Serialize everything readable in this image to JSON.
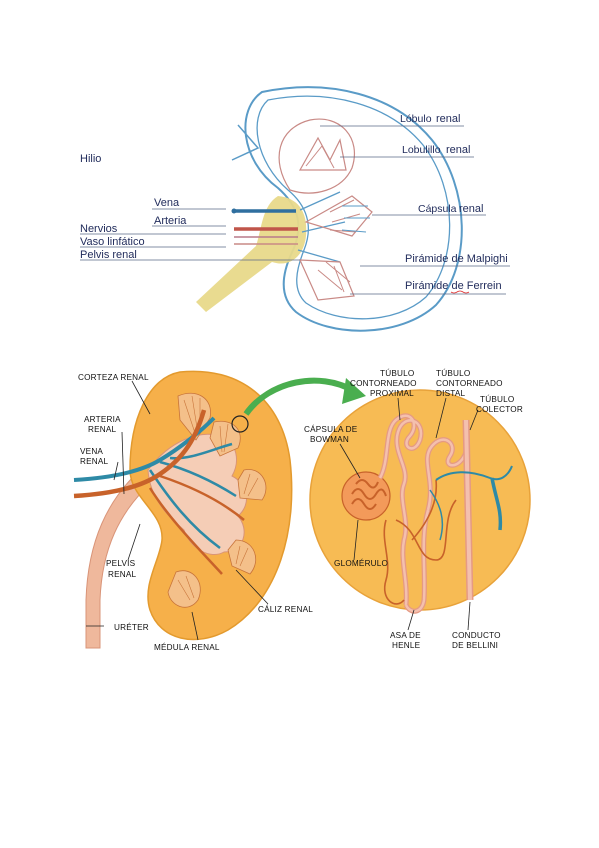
{
  "diagram_top": {
    "labels": {
      "hilio": "Hilio",
      "vena": "Vena",
      "arteria": "Arteria",
      "nervios": "Nervios",
      "vaso_linfatico": "Vaso linfático",
      "pelvis_renal": "Pelvis renal",
      "lobulo_small": "Lóbulo",
      "lobulo_big": "renal",
      "lobulillo_small": "Lobulillo",
      "lobulillo_big": "renal",
      "capsula_small": "Cápsula",
      "capsula_big": "renal",
      "piramide_malpighi": "Pirámide de Malpighi",
      "piramide_ferrein": "Pirámide de Ferrein"
    },
    "colors": {
      "outline": "#5a9bc7",
      "vena": "#2f6f9f",
      "arteria": "#c0554a",
      "pelvis": "#e8d98a",
      "pyramid": "#c98a86"
    }
  },
  "diagram_bottom": {
    "labels": {
      "corteza_renal": "CORTEZA RENAL",
      "arteria_renal_1": "ARTERIA",
      "arteria_renal_2": "RENAL",
      "vena_renal_1": "VENA",
      "vena_renal_2": "RENAL",
      "pelvis_renal_1": "PELVIS",
      "pelvis_renal_2": "RENAL",
      "ureter": "URÉTER",
      "medula_renal": "MÉDULA RENAL",
      "caliz_renal": "CÁLIZ RENAL",
      "capsula_bowman_1": "CÁPSULA DE",
      "capsula_bowman_2": "BOWMAN",
      "tubulo_proximal_1": "TÚBULO",
      "tubulo_proximal_2": "CONTORNEADO",
      "tubulo_proximal_3": "PROXIMAL",
      "tubulo_distal_1": "TÚBULO",
      "tubulo_distal_2": "CONTORNEADO",
      "tubulo_distal_3": "DISTAL",
      "tubulo_colector_1": "TÚBULO",
      "tubulo_colector_2": "COLECTOR",
      "glomerulo": "GLOMÉRULO",
      "asa_henle_1": "ASA DE",
      "asa_henle_2": "HENLE",
      "conducto_bellini_1": "CONDUCTO",
      "conducto_bellini_2": "DE BELLINI"
    },
    "colors": {
      "kidney": "#f6b04a",
      "pelvis": "#f2c8b4",
      "artery": "#c8622a",
      "vein": "#2e8aa6",
      "arrow": "#4aae4f"
    }
  }
}
